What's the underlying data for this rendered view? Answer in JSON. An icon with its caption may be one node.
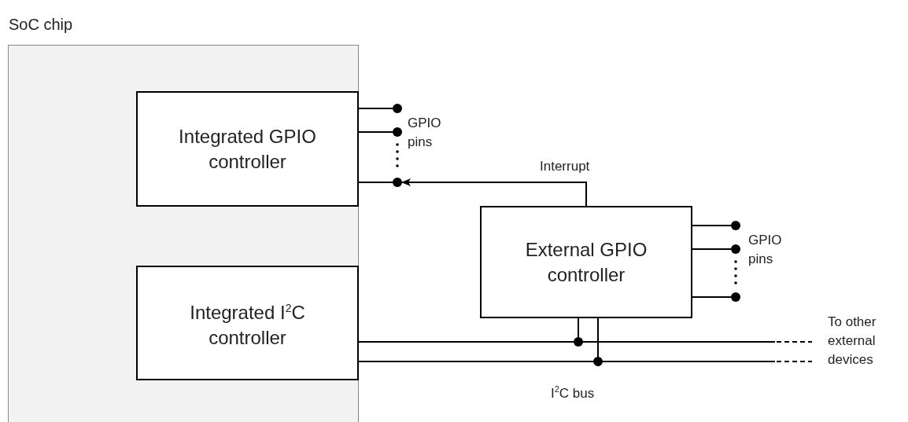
{
  "diagram": {
    "nodes": [
      {
        "text": [
          "SoC chip"
        ]
      },
      {
        "text": [
          "Integrated GPIO controller"
        ],
        "in": 0
      },
      {
        "text": [
          "Integrated I$^{2}$C controller"
        ],
        "in": 0
      },
      {
        "text": [
          "External GPIO controller"
        ]
      },
      {
        "text": [],
        "shape": "circle"
      }
    ],
    "edges": [
      {
        "from": 3,
        "to": 4,
        "arrow": "to",
        "label": "Interrupt"
      },
      {
        "from": 2,
        "to": null,
        "arrow": "none"
      },
      {
        "from": 2,
        "to": null,
        "arrow": "none"
      },
      {
        "from": 3,
        "to": 2,
        "arrow": "none"
      },
      {
        "from": 3,
        "to": 2,
        "arrow": "none"
      },
      {
        "from": 1,
        "to": 4,
        "arrow": "none"
      }
    ],
    "labels": [
      "GPIO pins",
      "GPIO pins",
      "I$^{2}$C bus",
      "To other external devices"
    ]
  }
}
